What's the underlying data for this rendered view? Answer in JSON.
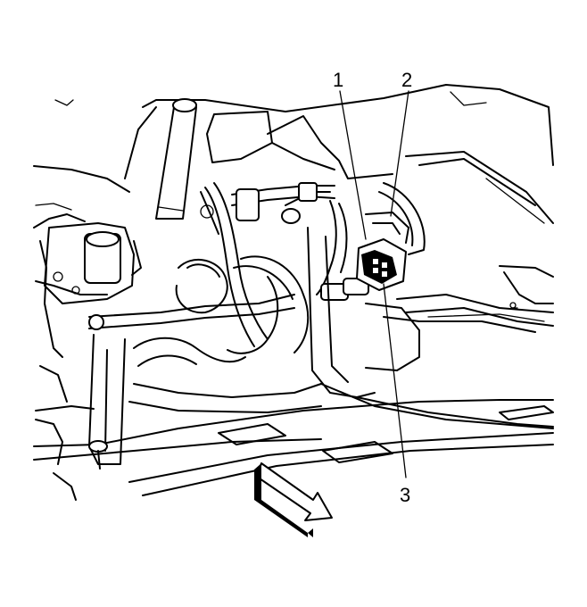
{
  "callouts": {
    "c1": "1",
    "c2": "2",
    "c3": "3"
  },
  "icons": {
    "direction": "front-direction-arrow-icon",
    "connector": "electrical-connector-icon"
  },
  "colors": {
    "line": "#000000",
    "background": "#ffffff"
  }
}
